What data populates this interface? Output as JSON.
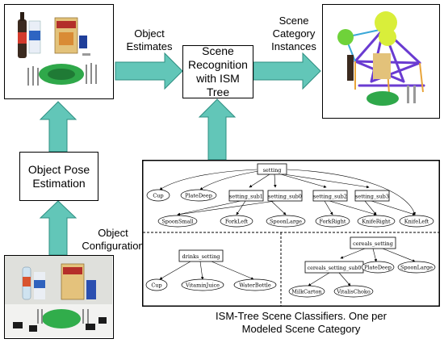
{
  "boxes": {
    "scene_recognition": "Scene Recognition with ISM Tree",
    "object_pose_estimation": "Object Pose Estimation"
  },
  "labels": {
    "object_estimates": "Object Estimates",
    "scene_category_instances": "Scene Category Instances",
    "object_configuration": "Object Configuration",
    "classifiers_caption": "ISM-Tree Scene Classifiers. One per Modeled Scene Category"
  },
  "tree_setting": {
    "root": "setting",
    "subs": [
      "setting_sub1",
      "setting_sub0",
      "setting_sub2",
      "setting_sub3"
    ],
    "leaves": [
      "Cup",
      "PlateDeep",
      "SpoonSmall",
      "ForkLeft",
      "SpoonLarge",
      "ForkRight",
      "KnifeRight",
      "KnifeLeft"
    ]
  },
  "tree_drinks": {
    "root": "drinks_setting",
    "leaves": [
      "Cup",
      "VitaminJuice",
      "WaterBottle"
    ]
  },
  "tree_cereals": {
    "root": "cereals_setting",
    "sub": "cereals_setting_sub0",
    "leaves": [
      "PlateDeep",
      "SpoonLarge",
      "MilkCarton",
      "VitalisChoko"
    ]
  },
  "colors": {
    "arrow_fill": "#62c6b8",
    "arrow_stroke": "#2f8f82",
    "plate_green": "#2fa84a",
    "sphere_yellow": "#d9ee3a",
    "rod_purple": "#6a3bd1"
  }
}
